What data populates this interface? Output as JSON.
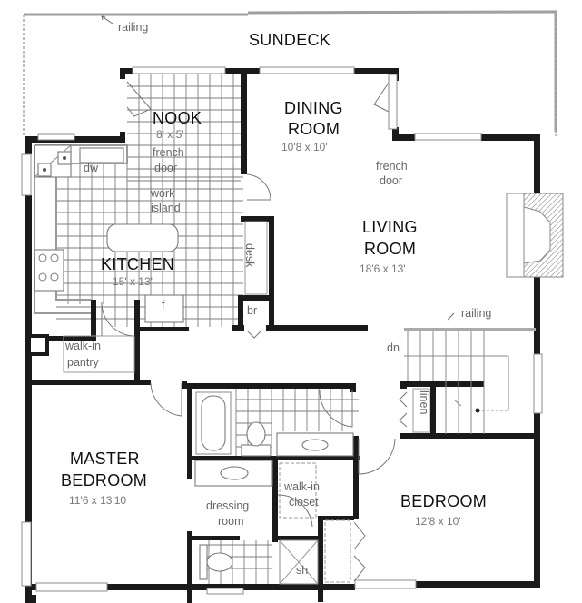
{
  "plan": {
    "title": "Floor Plan",
    "exterior": {
      "sundeck": {
        "label": "SUNDECK"
      },
      "railing_top": {
        "label": "railing"
      },
      "railing_stair": {
        "label": "railing"
      }
    },
    "rooms": {
      "nook": {
        "name": "NOOK",
        "size": "8' x 5'"
      },
      "dining": {
        "name_line1": "DINING",
        "name_line2": "ROOM",
        "size": "10'8 x 10'"
      },
      "kitchen": {
        "name": "KITCHEN",
        "size": "15' x 13'"
      },
      "living": {
        "name_line1": "LIVING",
        "name_line2": "ROOM",
        "size": "18'6 x 13'"
      },
      "master": {
        "name_line1": "MASTER",
        "name_line2": "BEDROOM",
        "size": "11'6 x 13'10"
      },
      "bedroom": {
        "name": "BEDROOM",
        "size": "12'8 x 10'"
      },
      "pantry": {
        "line1": "walk-in",
        "line2": "pantry"
      },
      "dressing": {
        "line1": "dressing",
        "line2": "room"
      },
      "closet": {
        "line1": "walk-in",
        "line2": "closet"
      }
    },
    "annotations": {
      "nook_french_door": {
        "line1": "french",
        "line2": "door"
      },
      "dining_french_door": {
        "line1": "french",
        "line2": "door"
      },
      "work_island": {
        "line1": "work",
        "line2": "island"
      },
      "dishwasher": "dw",
      "fridge": "f",
      "desk": "desk",
      "broom": "br",
      "stairs_down": "dn",
      "linen": "linen",
      "shower": "sh"
    },
    "colors": {
      "wall": "#1a1a1a",
      "fixture_line": "#7a7a7a",
      "tile_line": "#7c7c7c",
      "label": "#111111",
      "dimension": "#777777"
    }
  }
}
